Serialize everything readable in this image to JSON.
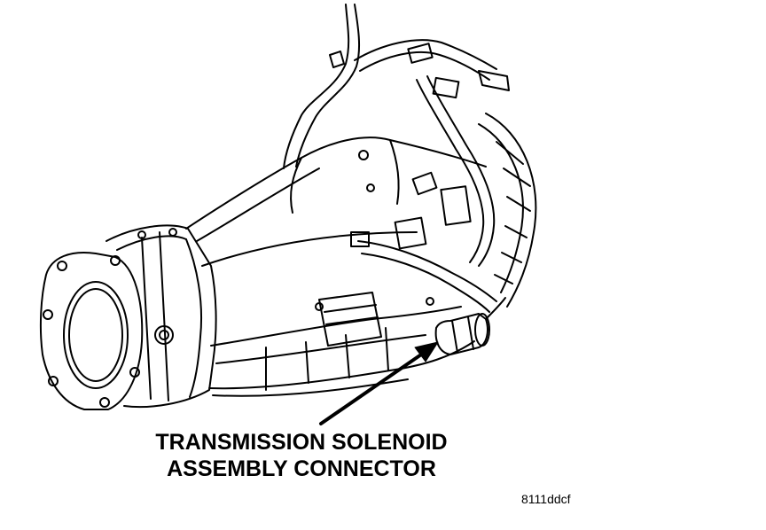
{
  "callout": {
    "line1": "TRANSMISSION SOLENOID",
    "line2": "ASSEMBLY CONNECTOR"
  },
  "figure_id": "8111ddcf",
  "colors": {
    "line": "#000000",
    "background": "#ffffff"
  }
}
